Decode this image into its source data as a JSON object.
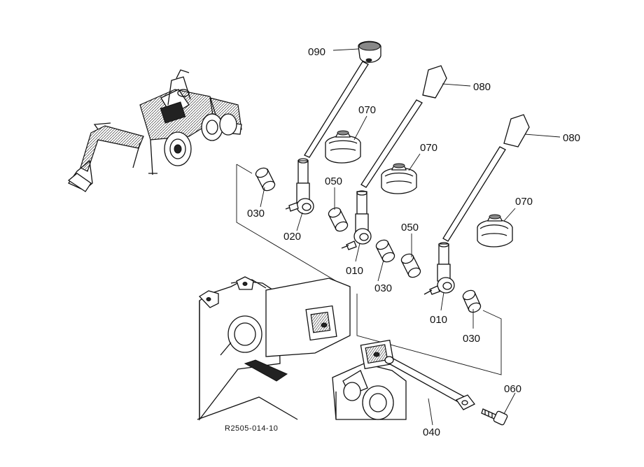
{
  "diagram": {
    "callouts": {
      "c090": "090",
      "c080a": "080",
      "c080b": "080",
      "c070a": "070",
      "c070b": "070",
      "c070c": "070",
      "c050a": "050",
      "c050b": "050",
      "c030a": "030",
      "c030b": "030",
      "c030c": "030",
      "c020": "020",
      "c010a": "010",
      "c010b": "010",
      "c060": "060",
      "c040": "040"
    },
    "doc_code": "R2505-014-10"
  }
}
